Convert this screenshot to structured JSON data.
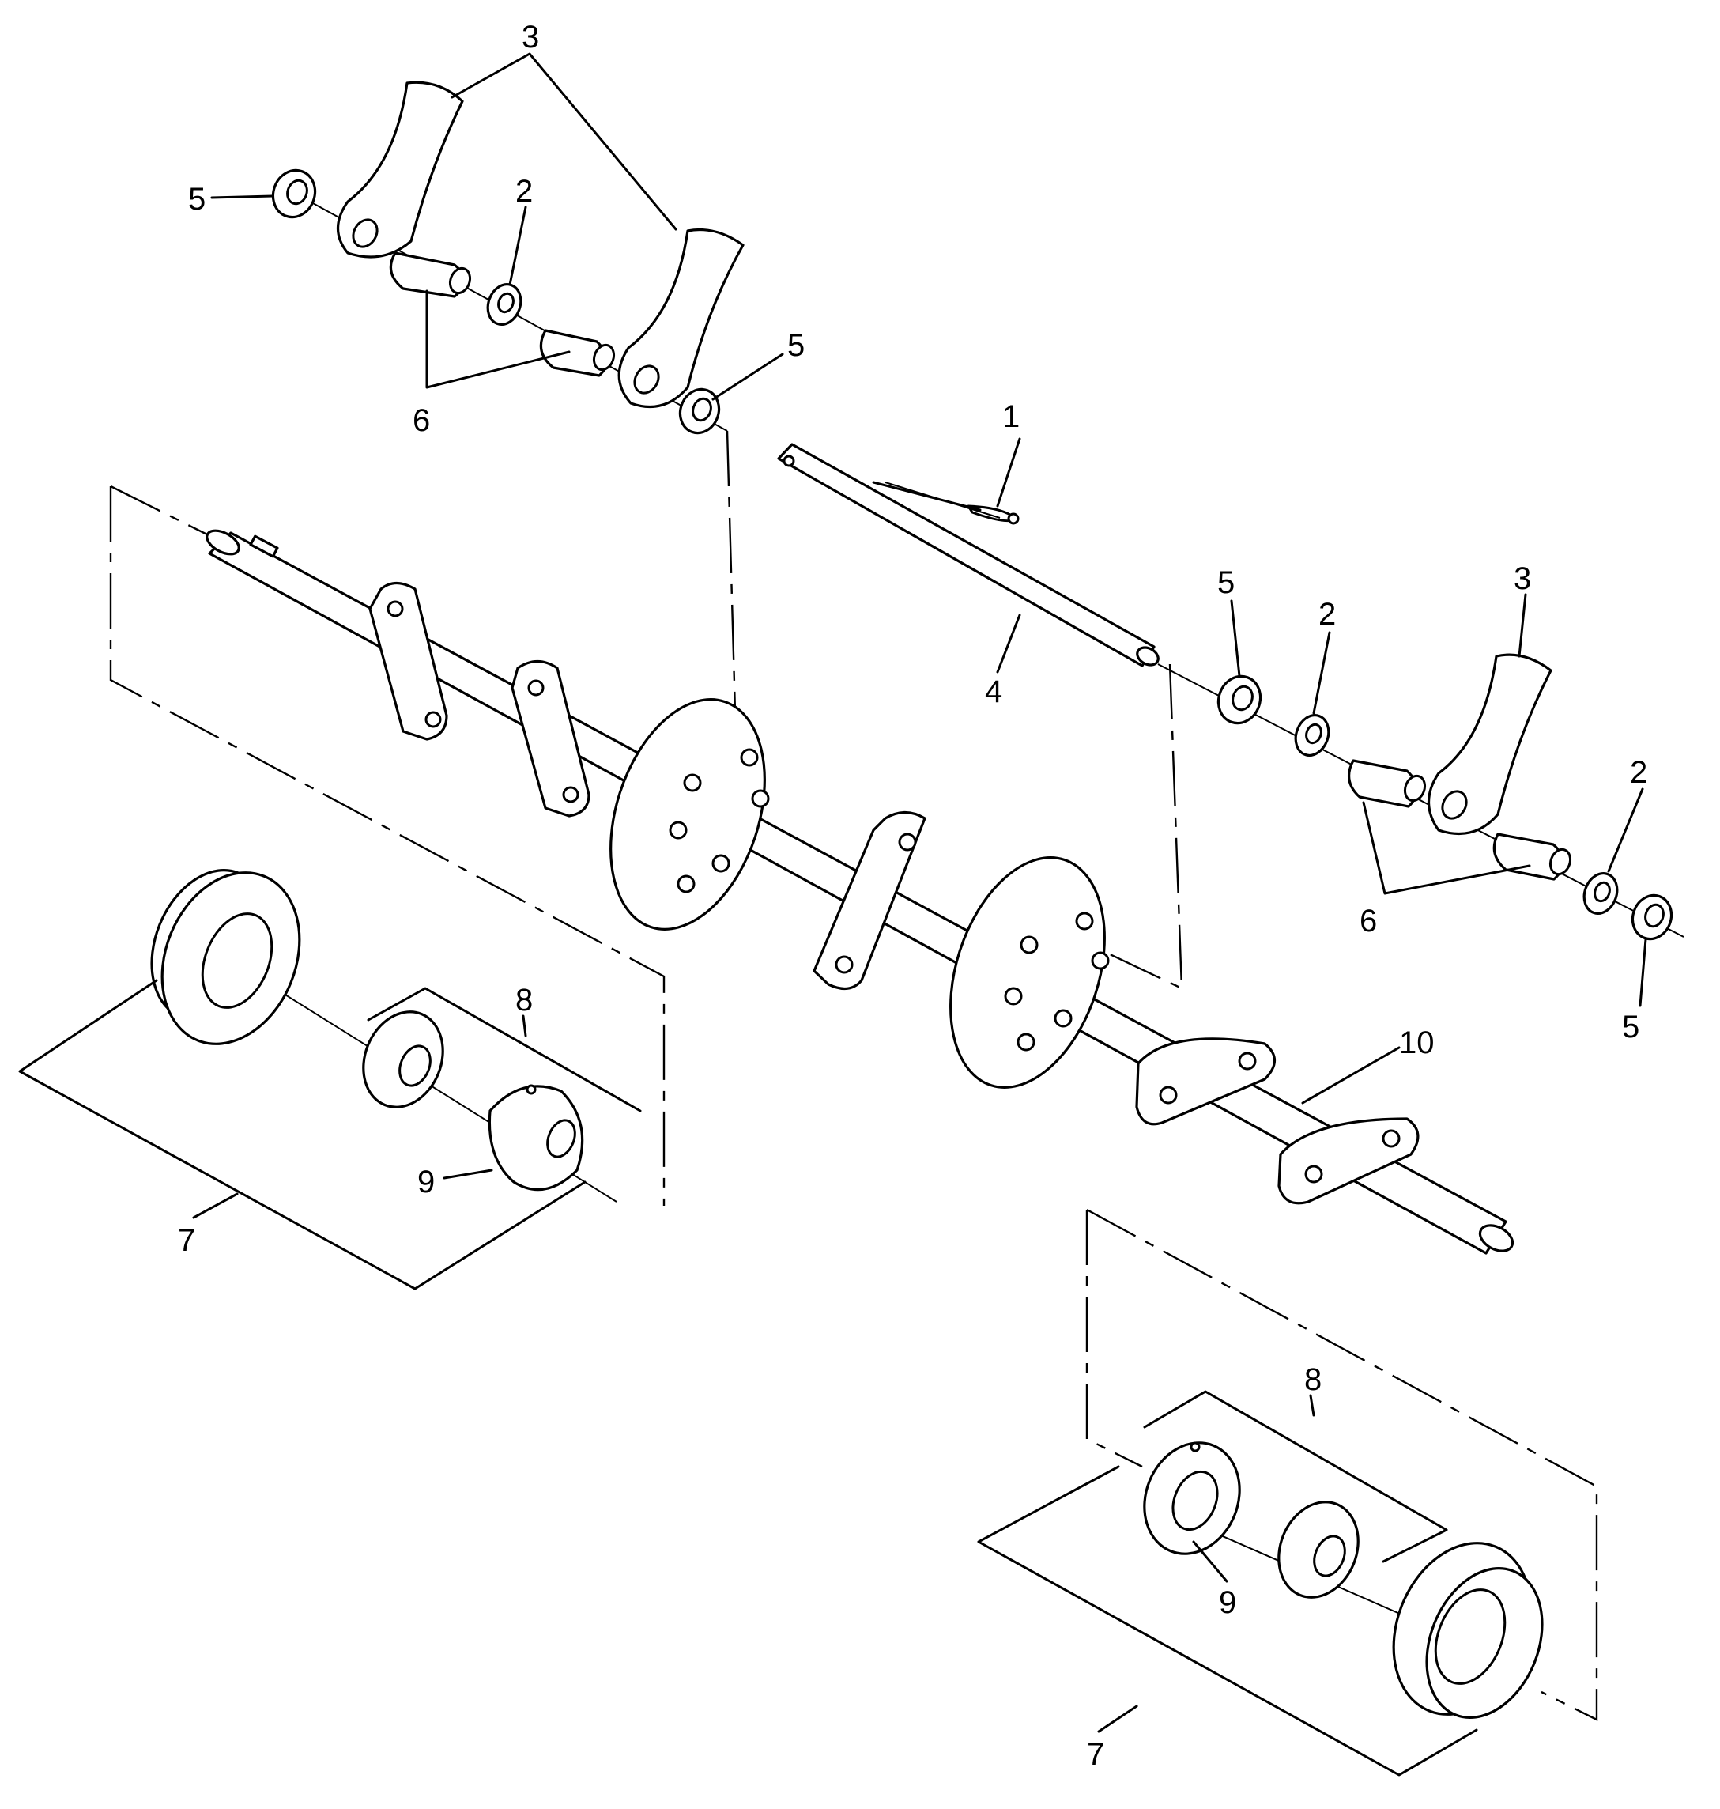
{
  "callouts": {
    "c1": "1",
    "c2a": "2",
    "c2b": "2",
    "c2c": "2",
    "c3a": "3",
    "c3b": "3",
    "c4": "4",
    "c5a": "5",
    "c5b": "5",
    "c5c": "5",
    "c5d": "5",
    "c6a": "6",
    "c6b": "6",
    "c7a": "7",
    "c7b": "7",
    "c8a": "8",
    "c8b": "8",
    "c9a": "9",
    "c9b": "9",
    "c10": "10"
  }
}
